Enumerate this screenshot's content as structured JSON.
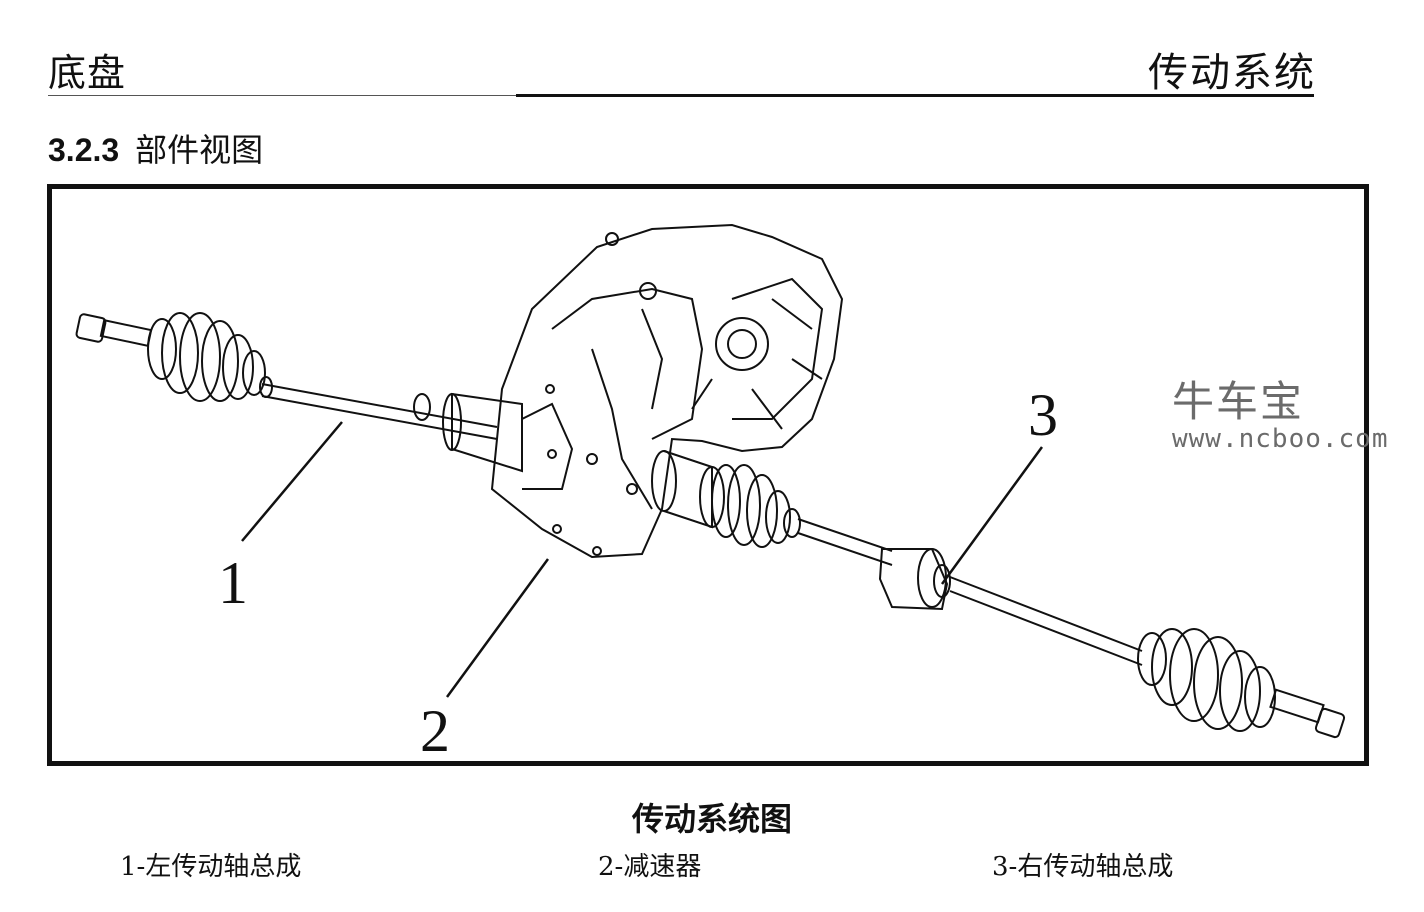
{
  "header": {
    "left_title": "底盘",
    "right_title": "传动系统"
  },
  "section": {
    "number": "3.2.3",
    "title": "部件视图"
  },
  "figure": {
    "callouts": [
      "1",
      "2",
      "3"
    ],
    "watermark": {
      "name": "牛车宝",
      "url": "www.ncboo.com"
    }
  },
  "caption": "传动系统图",
  "legend": [
    "1-左传动轴总成",
    "2-减速器",
    "3-右传动轴总成"
  ]
}
